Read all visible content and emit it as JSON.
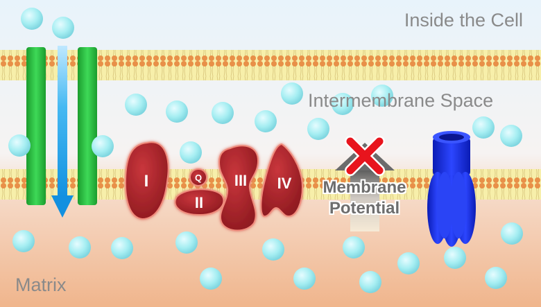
{
  "regions": {
    "inside": "Inside the Cell",
    "intermembrane": "Intermembrane Space",
    "matrix": "Matrix"
  },
  "complexes": {
    "c1": "I",
    "q": "Q",
    "c2": "II",
    "c3": "III",
    "c4": "IV"
  },
  "membrane_potential": {
    "line1": "Membrane",
    "line2": "Potential"
  },
  "colors": {
    "channel": "#22b33a",
    "flow_arrow": "#1fa8f0",
    "complex": "#b3232a",
    "atp_synthase": "#1a2ee0",
    "particle": "#a6eef2",
    "blocked_mark": "#e8141d"
  }
}
